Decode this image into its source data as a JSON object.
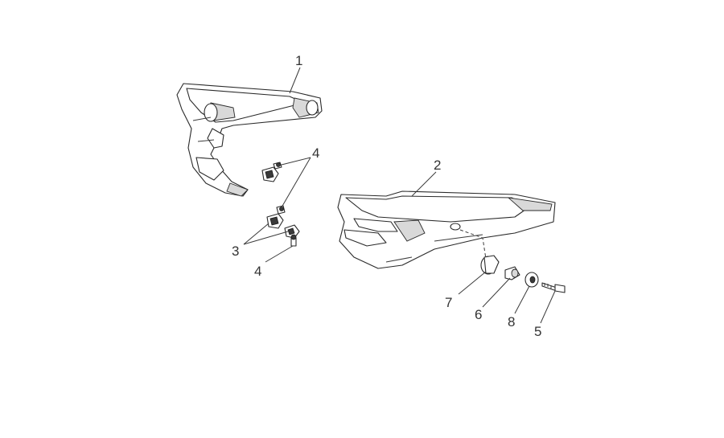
{
  "callouts": [
    {
      "id": "c1",
      "label": "1"
    },
    {
      "id": "c2",
      "label": "2"
    },
    {
      "id": "c3",
      "label": "3"
    },
    {
      "id": "c4a",
      "label": "4"
    },
    {
      "id": "c4b",
      "label": "4"
    },
    {
      "id": "c5",
      "label": "5"
    },
    {
      "id": "c6",
      "label": "6"
    },
    {
      "id": "c7",
      "label": "7"
    },
    {
      "id": "c8",
      "label": "8"
    }
  ]
}
